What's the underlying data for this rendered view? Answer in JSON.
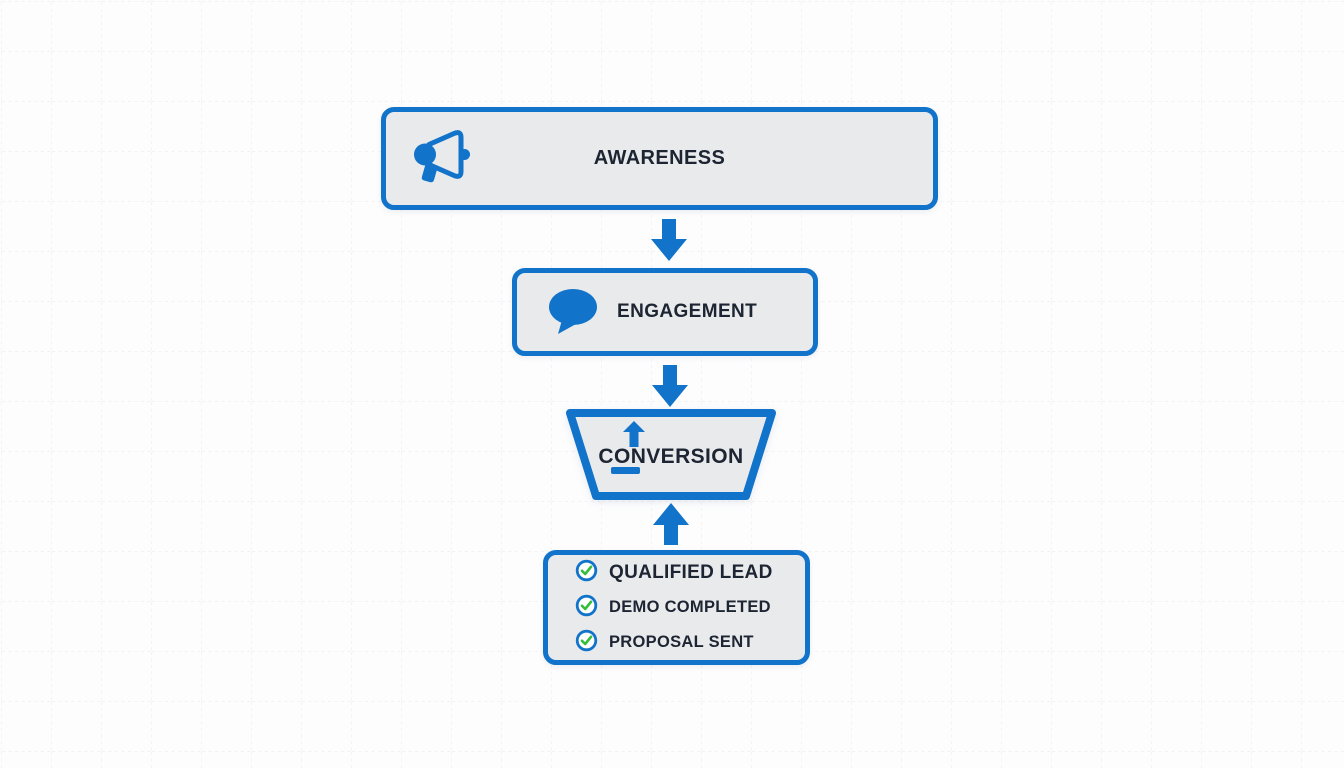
{
  "funnel": {
    "stages": [
      {
        "id": "awareness",
        "label": "AWARENESS",
        "icon": "megaphone-icon"
      },
      {
        "id": "engagement",
        "label": "ENGAGEMENT",
        "icon": "speech-bubble-icon"
      },
      {
        "id": "conversion",
        "label": "CONVERSION",
        "icon": "arrow-up-icon"
      }
    ],
    "checklist": {
      "items": [
        {
          "label": "QUALIFIED LEAD",
          "icon": "check-circle-icon"
        },
        {
          "label": "DEMO COMPLETED",
          "icon": "check-circle-icon"
        },
        {
          "label": "PROPOSAL SENT",
          "icon": "check-circle-icon"
        }
      ]
    },
    "connectors": [
      {
        "from": "awareness",
        "to": "engagement",
        "direction": "down"
      },
      {
        "from": "engagement",
        "to": "conversion",
        "direction": "down"
      },
      {
        "from": "checklist",
        "to": "conversion",
        "direction": "up"
      }
    ],
    "colors": {
      "accent_blue": "#1173c9",
      "node_fill": "#e9eaec",
      "label_text": "#1d2533",
      "check_green": "#35bd3b",
      "grid_line": "#e3e4e8"
    }
  }
}
